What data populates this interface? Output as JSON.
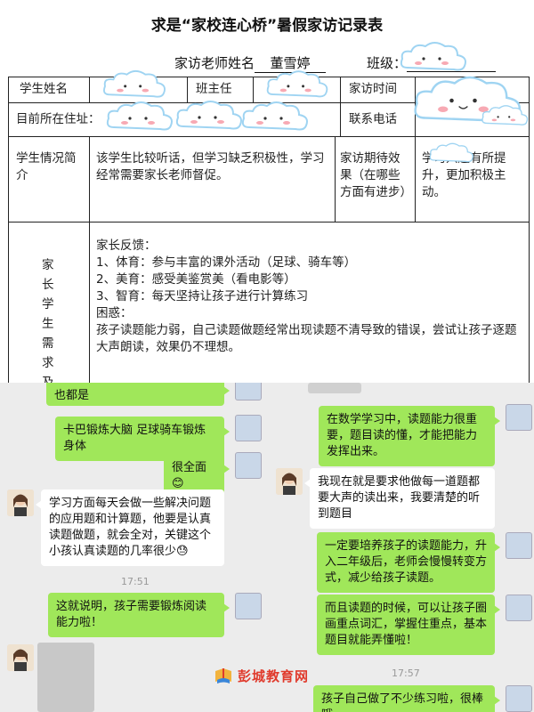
{
  "document": {
    "title": "求是“家校连心桥”暑假家访记录表",
    "teacher_label": "家访老师姓名",
    "teacher_name": "董雪婷",
    "class_label": "班级：",
    "row1": {
      "name_label": "学生姓名",
      "head_teacher_label": "班主任",
      "visit_time_label": "家访时间"
    },
    "row2": {
      "address_label": "目前所在住址：",
      "phone_label": "联系电话"
    },
    "row3": {
      "situation_label": "学生情况简介",
      "situation_text": "该学生比较听话，但学习缺乏积极性，学习经常需要家长老师督促。",
      "expectation_label": "家访期待效果（在哪些方面有进步）",
      "expectation_text": "学习兴趣有所提升，更加积极主动。"
    },
    "row4": {
      "needs_label": [
        "家",
        "长",
        "学",
        "生",
        "需",
        "求",
        "及"
      ],
      "feedback_title": "家长反馈：",
      "feedback_items": [
        "1、体育：参与丰富的课外活动（足球、骑车等）",
        "2、美育：感受美鉴赏美（看电影等）",
        "3、智育：每天坚持让孩子进行计算练习"
      ],
      "confusion_title": "困惑：",
      "confusion_text": "孩子读题能力弱，自己读题做题经常出现读题不清导致的错误，尝试让孩子逐题大声朗读，效果仍不理想。"
    }
  },
  "chat": {
    "messages": [
      {
        "side": "right",
        "text": "也都是"
      },
      {
        "side": "right",
        "text": "卡巴锻炼大脑 足球骑车锻炼身体"
      },
      {
        "side": "right",
        "text": "很全面"
      },
      {
        "side": "left",
        "text": "学习方面每天会做一些解决问题的应用题和计算题，他要是认真读题做题，就会全对，关键这个小孩认真读题的几率很少"
      },
      {
        "side": "right",
        "text": "在数学学习中，读题能力很重要，题目读的懂，才能把能力发挥出来。"
      },
      {
        "side": "left",
        "text": "我现在就是要求他做每一道题都要大声的读出来，我要清楚的听到题目"
      },
      {
        "side": "right",
        "text": "一定要培养孩子的读题能力，升入二年级后，老师会慢慢转变方式，减少给孩子读题。"
      },
      {
        "side": "right",
        "text": "这就说明，孩子需要锻炼阅读能力啦！"
      },
      {
        "side": "right",
        "text": "而且读题的时候，可以让孩子圈画重点词汇，掌握住重点，基本题目就能弄懂啦！"
      },
      {
        "side": "right",
        "text": "孩子自己做了不少练习啦，很棒哦"
      }
    ],
    "timestamps": [
      "17:51",
      "17:57"
    ]
  },
  "watermark": {
    "text": "彭城教育网"
  },
  "colors": {
    "green_bubble": "#a0e75a",
    "chat_bg": "#ececec",
    "watermark_red": "#e03a2c"
  }
}
